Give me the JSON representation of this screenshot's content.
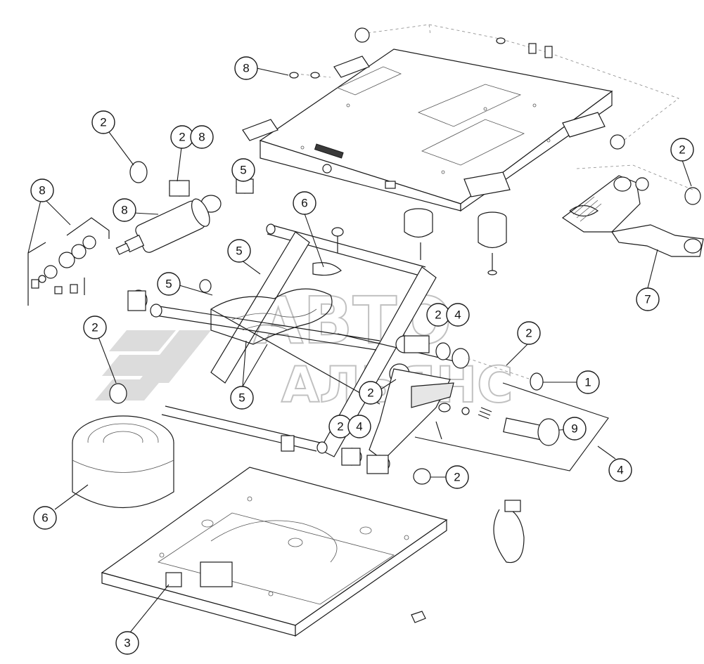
{
  "watermark": {
    "line1": "АВТО",
    "line2": "АЛЬЯНС"
  },
  "callouts": [
    {
      "id": "c-8-top",
      "label": "8"
    },
    {
      "id": "c-2-a",
      "label": "2"
    },
    {
      "id": "c-2-b",
      "label": "2"
    },
    {
      "id": "c-8-b",
      "label": "8"
    },
    {
      "id": "c-5-a",
      "label": "5"
    },
    {
      "id": "c-2-right-top",
      "label": "2"
    },
    {
      "id": "c-8-c",
      "label": "8"
    },
    {
      "id": "c-8-d",
      "label": "8"
    },
    {
      "id": "c-6-top",
      "label": "6"
    },
    {
      "id": "c-5-b",
      "label": "5"
    },
    {
      "id": "c-5-c",
      "label": "5"
    },
    {
      "id": "c-7",
      "label": "7"
    },
    {
      "id": "c-2-mid",
      "label": "2"
    },
    {
      "id": "c-4-mid",
      "label": "4"
    },
    {
      "id": "c-2-left",
      "label": "2"
    },
    {
      "id": "c-2-right",
      "label": "2"
    },
    {
      "id": "c-1",
      "label": "1"
    },
    {
      "id": "c-2-center",
      "label": "2"
    },
    {
      "id": "c-5-d",
      "label": "5"
    },
    {
      "id": "c-2-low",
      "label": "2"
    },
    {
      "id": "c-4-low",
      "label": "4"
    },
    {
      "id": "c-9",
      "label": "9"
    },
    {
      "id": "c-4-right",
      "label": "4"
    },
    {
      "id": "c-2-bottom",
      "label": "2"
    },
    {
      "id": "c-6-bottom",
      "label": "6"
    },
    {
      "id": "c-3",
      "label": "3"
    }
  ]
}
